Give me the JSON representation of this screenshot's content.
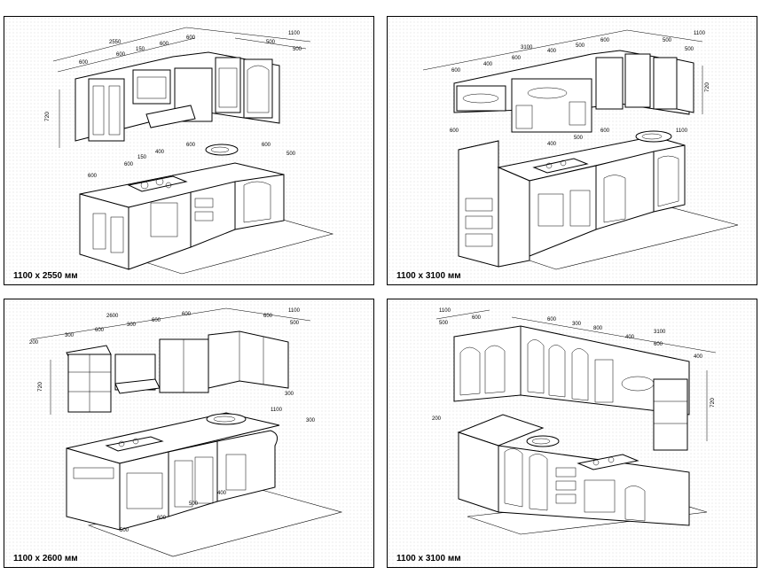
{
  "panels": [
    {
      "caption": "1100 x 2550 мм",
      "dims": {
        "a": "2550",
        "b": "1100",
        "c": "600",
        "d": "150",
        "e": "600",
        "f": "600",
        "g": "500",
        "h": "500",
        "i": "600",
        "j": "720",
        "k": "150",
        "l": "400",
        "m": "600",
        "n": "600",
        "o": "500",
        "p": "600"
      }
    },
    {
      "caption": "1100 x 3100 мм",
      "dims": {
        "a": "3100",
        "b": "1100",
        "c": "600",
        "d": "400",
        "e": "600",
        "f": "400",
        "g": "500",
        "h": "600",
        "i": "500",
        "j": "500",
        "k": "720",
        "l": "600",
        "m": "400",
        "n": "500",
        "o": "600",
        "p": "1100"
      }
    },
    {
      "caption": "1100 x 2600 мм",
      "dims": {
        "a": "2600",
        "b": "1100",
        "c": "200",
        "d": "300",
        "e": "600",
        "f": "300",
        "g": "600",
        "h": "600",
        "i": "600",
        "j": "500",
        "k": "720",
        "l": "1100",
        "m": "300",
        "n": "300",
        "o": "500",
        "p": "600",
        "q": "500",
        "r": "400"
      }
    },
    {
      "caption": "1100 x 3100 мм",
      "dims": {
        "a": "1100",
        "b": "500",
        "c": "600",
        "d": "3100",
        "e": "600",
        "f": "300",
        "g": "800",
        "h": "400",
        "i": "600",
        "j": "400",
        "k": "720",
        "l": "200"
      }
    }
  ]
}
